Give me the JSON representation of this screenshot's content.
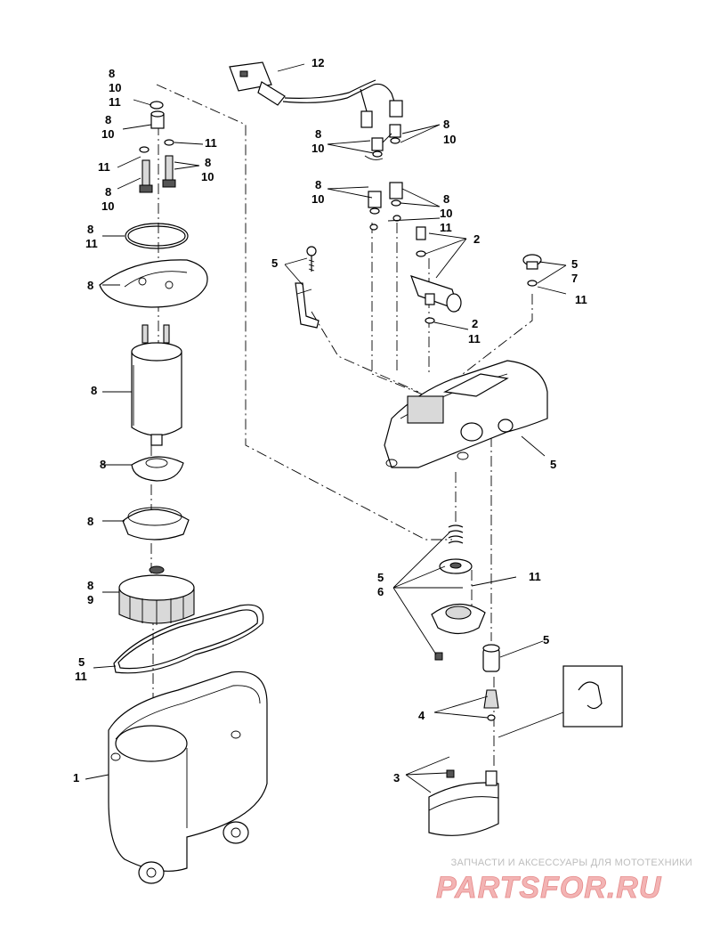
{
  "callouts": {
    "c12": "12",
    "c8a": "8",
    "c10a": "10",
    "c11a": "11",
    "c8b": "8",
    "c10b": "10",
    "c11c": "11",
    "c11d": "11",
    "c8d": "8",
    "c10d": "10",
    "c8e": "8",
    "c10e": "10",
    "c8f": "8",
    "c11f": "11",
    "c8g": "8",
    "c8h": "8",
    "c8i": "8",
    "c8j": "8",
    "c8k": "8",
    "c9k": "9",
    "c5l": "5",
    "c11l": "11",
    "c1": "1",
    "c8m": "8",
    "c10m": "10",
    "c8n": "8",
    "c10n": "10",
    "c8o": "8",
    "c10o": "10",
    "c8p": "8",
    "c10p": "10",
    "c11p": "11",
    "c2a": "2",
    "c5q": "5",
    "c5r": "5",
    "c7r": "7",
    "c11r": "11",
    "c2s": "2",
    "c11s": "11",
    "c5t": "5",
    "c11u": "11",
    "c5v": "5",
    "c6v": "6",
    "c5w": "5",
    "c4": "4",
    "c3": "3"
  },
  "watermark": {
    "tagline": "ЗАПЧАСТИ И АКСЕССУАРЫ ДЛЯ МОТОТЕХНИКИ",
    "logo": "PARTSFOR.RU"
  }
}
